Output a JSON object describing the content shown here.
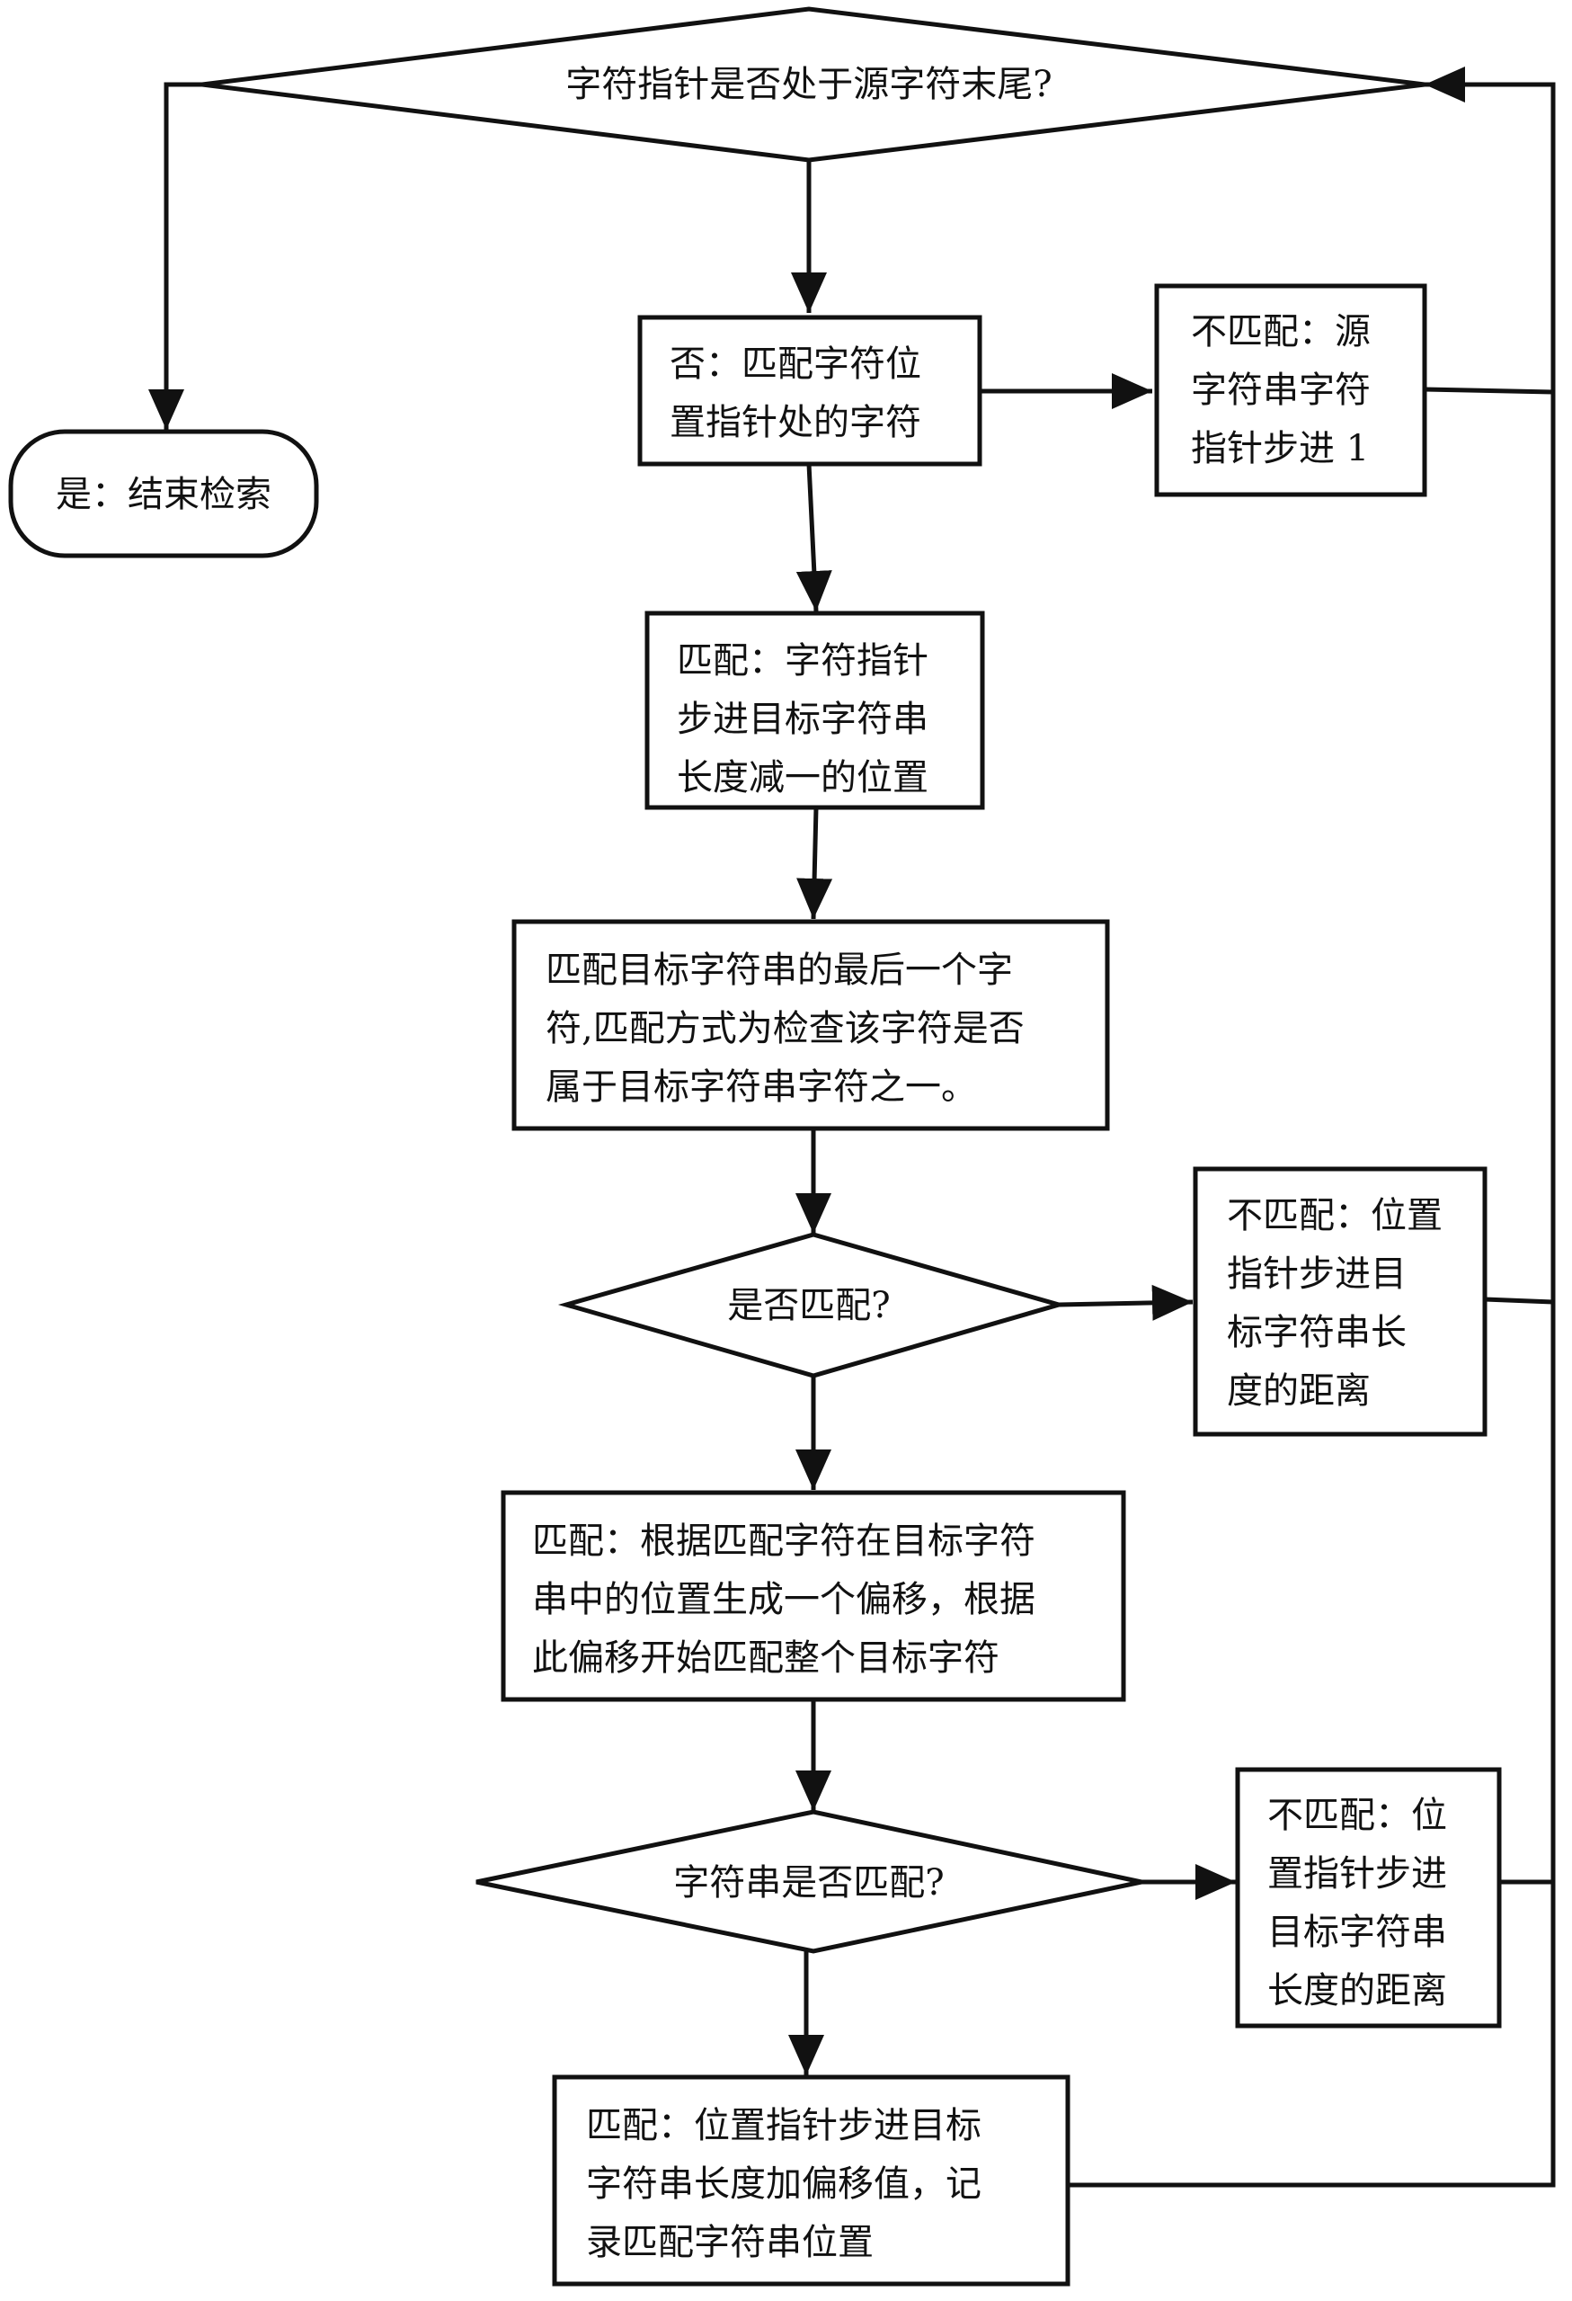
{
  "nodes": {
    "decision_end": "字符指针是否处于源字符末尾?",
    "yes_end": "是：结束检索",
    "no_match_char": [
      "否：匹配字符位",
      "置指针处的字符"
    ],
    "mismatch_step1": [
      "不匹配：源",
      "字符串字符",
      "指针步进 1"
    ],
    "match_step": [
      "匹配：字符指针",
      "步进目标字符串",
      "长度减一的位置"
    ],
    "match_last_char": [
      "匹配目标字符串的最后一个字",
      "符,匹配方式为检查该字符是否",
      "属于目标字符串字符之一。"
    ],
    "decision_match": "是否匹配?",
    "mismatch_step_len1": [
      "不匹配：位置",
      "指针步进目",
      "标字符串长",
      "度的距离"
    ],
    "match_offset": [
      "匹配：根据匹配字符在目标字符",
      "串中的位置生成一个偏移，根据",
      "此偏移开始匹配整个目标字符"
    ],
    "decision_string": "字符串是否匹配?",
    "mismatch_step_len2": [
      "不匹配：位",
      "置指针步进",
      "目标字符串",
      "长度的距离"
    ],
    "match_record": [
      "匹配：位置指针步进目标",
      "字符串长度加偏移值，记",
      "录匹配字符串位置"
    ]
  },
  "colors": {
    "stroke": "#111111",
    "fill": "#ffffff"
  }
}
